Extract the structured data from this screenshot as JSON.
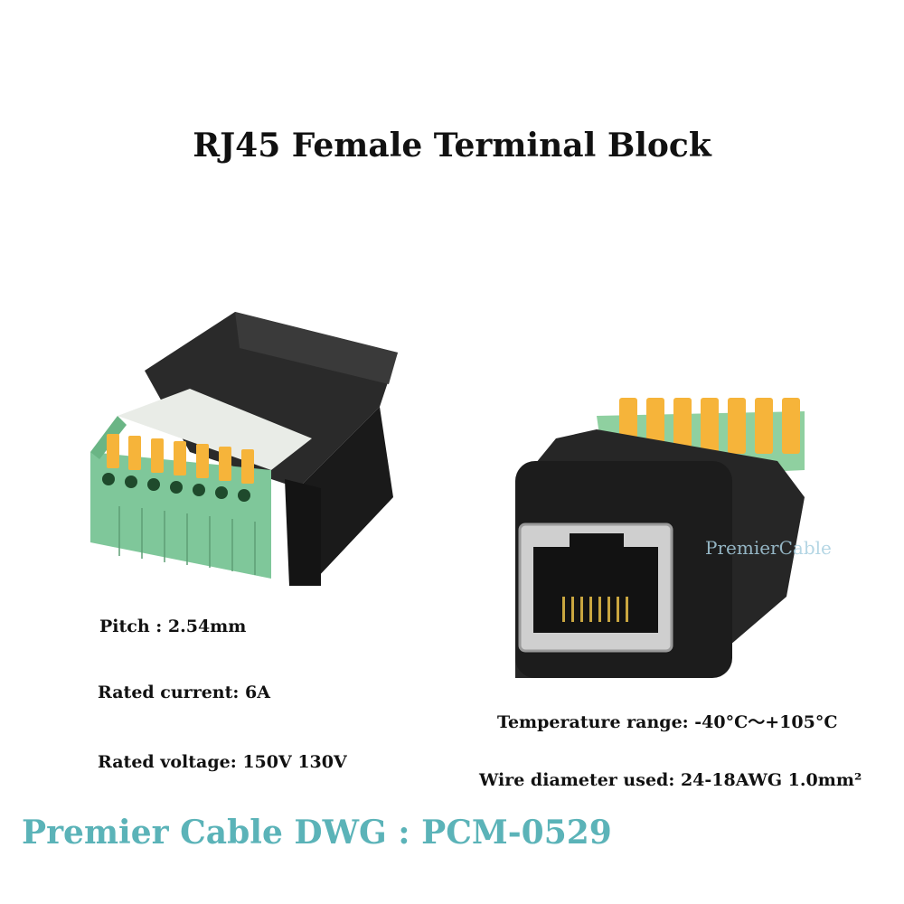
{
  "title": "RJ45 Female Terminal Block",
  "specs": {
    "pitch": "Pitch : 2.54mm",
    "current": "Rated current: 6A",
    "voltage": "Rated voltage: 150V 130V",
    "temperature": "Temperature range: -40°C～+105°C",
    "wire": "Wire diameter used: 24-18AWG 1.0mm²"
  },
  "watermark": "PremierCable",
  "footer": "Premier Cable DWG : PCM-0529",
  "colors": {
    "footer_text": "#5bb3b8",
    "housing": "#1e1e1e",
    "terminal_green": "#7fc79a",
    "lever_orange": "#f6b43a"
  }
}
